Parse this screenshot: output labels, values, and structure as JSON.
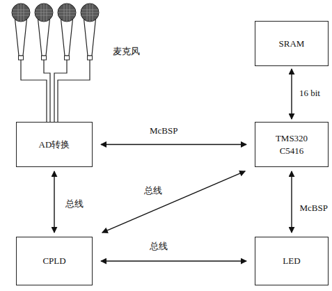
{
  "diagram": {
    "nodes": [
      {
        "text": [
          "SRAM"
        ]
      },
      {
        "text": [
          "AD转换"
        ]
      },
      {
        "text": [
          "TMS320 C5416"
        ]
      },
      {
        "text": [
          "CPLD"
        ]
      },
      {
        "text": [
          "LED"
        ]
      }
    ],
    "edges": [
      {
        "from": 0,
        "to": 2,
        "label": "16 bit",
        "arrow": "both"
      },
      {
        "from": 1,
        "to": 2,
        "label": "McBSP",
        "arrow": "both"
      },
      {
        "from": 1,
        "to": 3,
        "label": "总线",
        "arrow": "both"
      },
      {
        "from": 3,
        "to": 2,
        "label": "总线",
        "arrow": "both"
      },
      {
        "from": 2,
        "to": 4,
        "label": "McBSP",
        "arrow": "both"
      },
      {
        "from": 3,
        "to": 4,
        "label": "总线",
        "arrow": "both"
      }
    ],
    "labels": [
      "麦克风"
    ]
  }
}
